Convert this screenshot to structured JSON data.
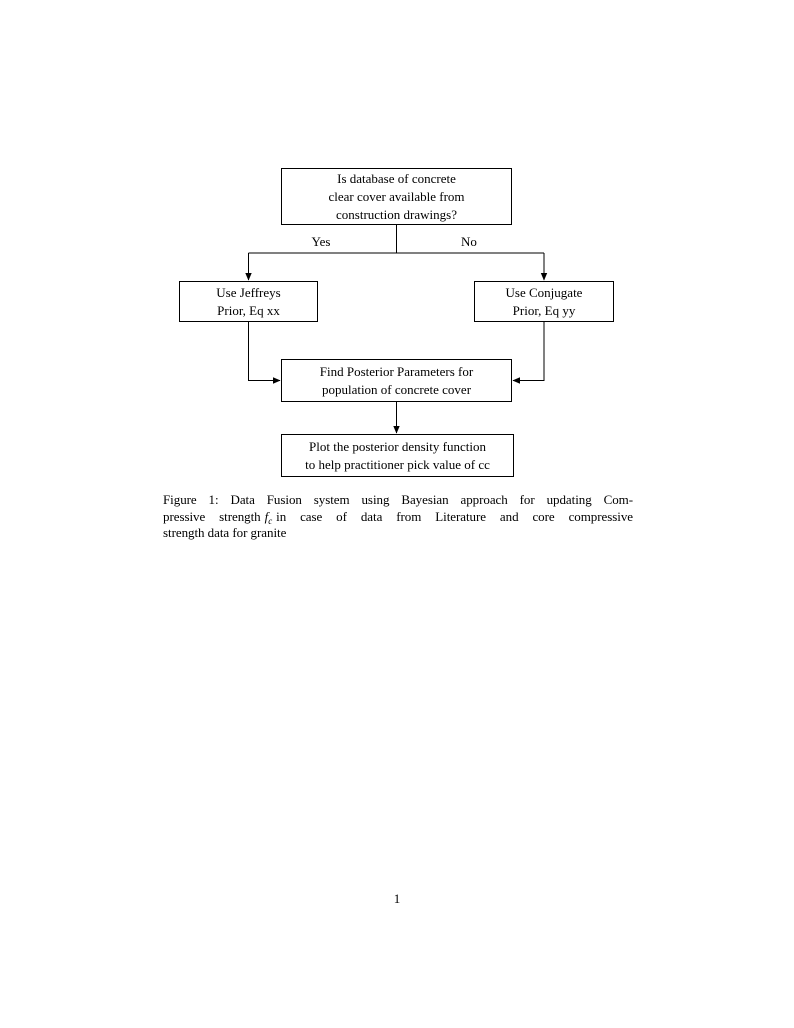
{
  "document": {
    "page_number": "1"
  },
  "figure": {
    "flowchart": {
      "nodes": [
        {
          "id": "question",
          "lines": [
            "Is database of concrete",
            "clear cover available from",
            "construction drawings?"
          ]
        },
        {
          "id": "jeffreys-prior",
          "lines": [
            "Use Jeffreys",
            "Prior, Eq xx"
          ]
        },
        {
          "id": "conjugate-prior",
          "lines": [
            "Use Conjugate",
            "Prior, Eq yy"
          ]
        },
        {
          "id": "posterior-parameters",
          "lines": [
            "Find Posterior Parameters for",
            "population of concrete cover"
          ]
        },
        {
          "id": "plot-density",
          "lines": [
            "Plot the posterior density function",
            "to help practitioner pick value of cc"
          ]
        }
      ],
      "edge_labels": {
        "yes": "Yes",
        "no": "No"
      },
      "colors": {
        "line": "#000000",
        "text": "#000000",
        "background": "#ffffff"
      }
    },
    "caption": {
      "line1": "Figure 1: Data Fusion system using Bayesian approach for updating Com-",
      "line2_pre": "pressive strength",
      "math_base": "f",
      "math_sub": "c",
      "line2_post": "in case of data from Literature and core compressive",
      "line3": "strength data for granite"
    }
  }
}
